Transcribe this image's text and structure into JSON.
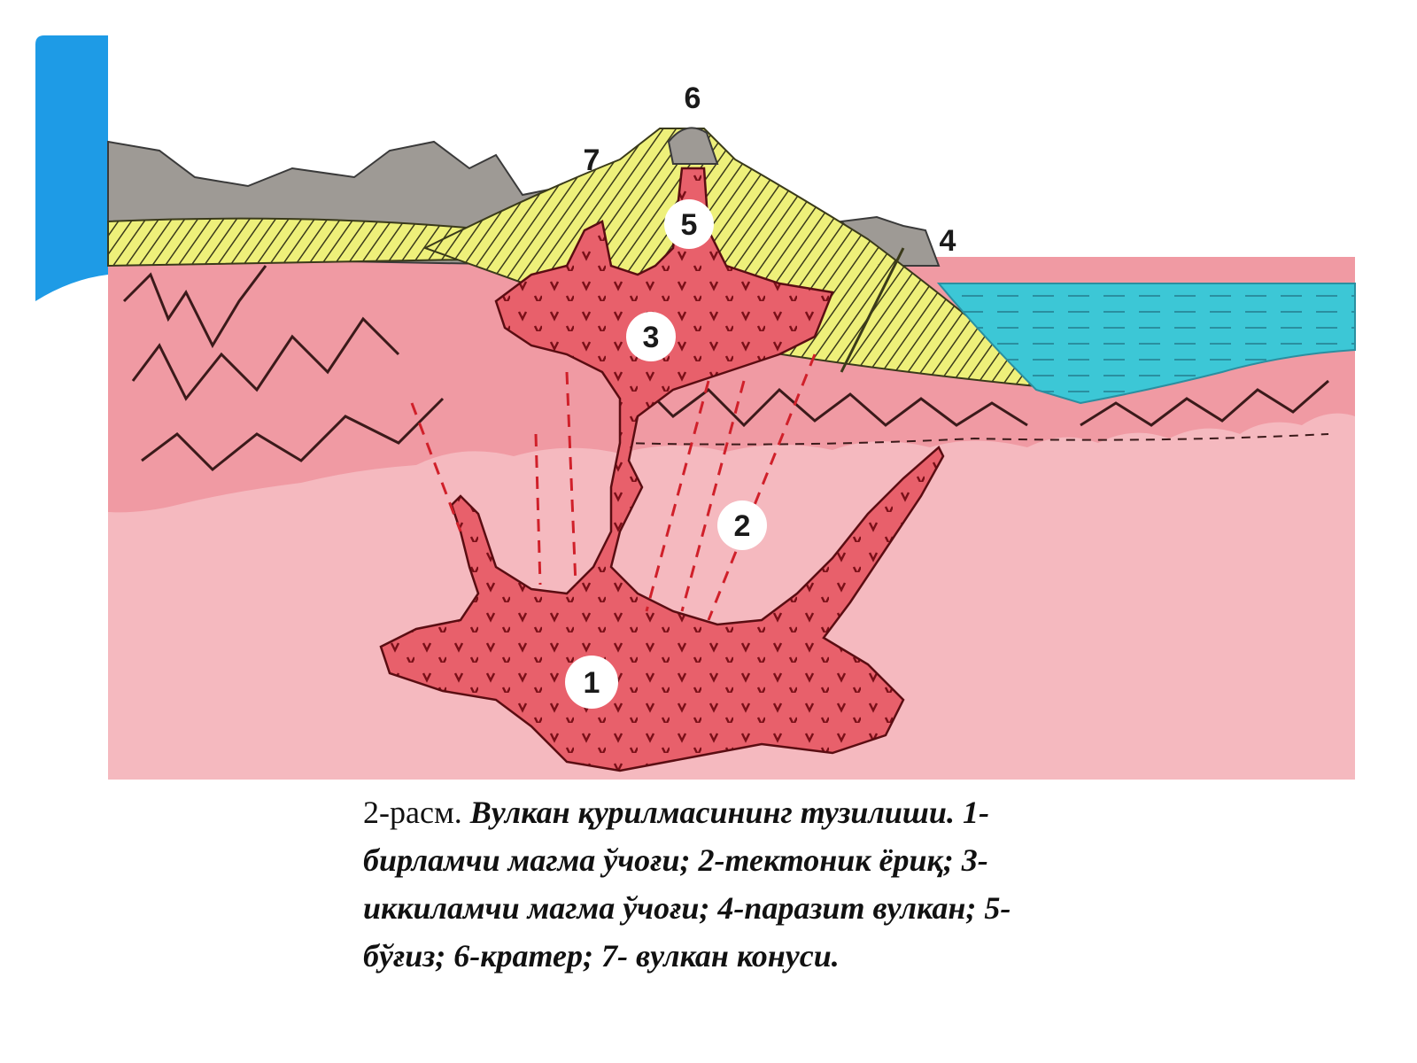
{
  "colors": {
    "accent_blue": "#1e9be6",
    "deep_crust": "#f5b9bf",
    "upper_crust": "#f09aa3",
    "magma": "#e8606b",
    "magma_mark": "#7a1018",
    "mountain": "#9e9a95",
    "cone_yellow": "#eef07a",
    "cone_stripe": "#3a3a1a",
    "sea": "#3cc7d6",
    "fault_line": "#d0202a"
  },
  "markers": [
    "1",
    "2",
    "3",
    "5"
  ],
  "labels": [
    "4",
    "6",
    "7"
  ],
  "caption": {
    "prefix": "2-расм.",
    "text": "Вулкан қурилмасининг тузилиши. 1-бирламчи магма ўчоғи; 2-тектоник ёриқ; 3-иккиламчи магма ўчоғи; 4-паразит вулкан; 5-бўғиз; 6-кратер; 7- вулкан конуси."
  }
}
